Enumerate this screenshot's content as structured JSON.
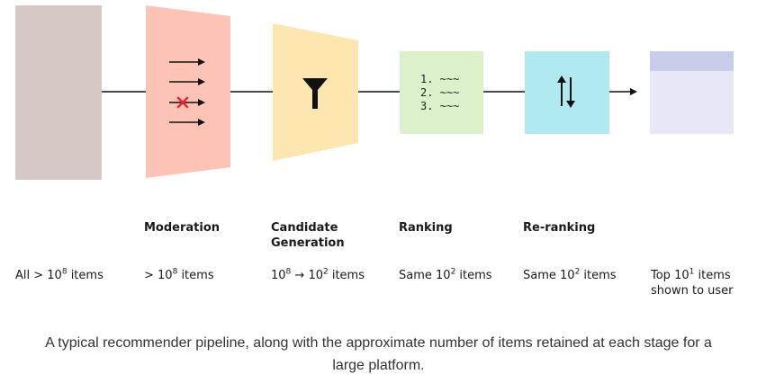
{
  "colors": {
    "all_box": "#d5c8c5",
    "moderation": "#fdc3b6",
    "candidate_generation": "#fde6b0",
    "ranking": "#dcf1cb",
    "reranking": "#b0eaf0",
    "result_header": "#c9cdec",
    "result_body": "#e6e8f7",
    "connector": "#111111",
    "reject_mark": "#e8262b"
  },
  "icons": {
    "moderation": "arrows-with-reject-icon",
    "candidate_generation": "funnel-icon",
    "ranking": "numbered-list-icon",
    "reranking": "up-down-arrows-icon",
    "output": "result-list-icon"
  },
  "ranking_list": [
    "1. ~~~",
    "2. ~~~",
    "3. ~~~"
  ],
  "stages": {
    "moderation": {
      "title": "Moderation"
    },
    "candidate_generation": {
      "title_line1": "Candidate",
      "title_line2": "Generation"
    },
    "ranking": {
      "title": "Ranking"
    },
    "reranking": {
      "title": "Re-ranking"
    }
  },
  "counts": {
    "all": {
      "prefix": "All > 10",
      "exp": "8",
      "suffix": " items"
    },
    "moderation": {
      "prefix": "> 10",
      "exp": "8",
      "suffix": " items"
    },
    "candidate_generation": {
      "base1": "10",
      "exp1": "8",
      "arrow": " → 10",
      "exp2": "2",
      "suffix": " items"
    },
    "ranking": {
      "prefix": "Same 10",
      "exp": "2",
      "suffix": " items"
    },
    "reranking": {
      "prefix": "Same 10",
      "exp": "2",
      "suffix": " items"
    },
    "output": {
      "prefix": "Top 10",
      "exp": "1",
      "suffix": " items",
      "line2": "shown to user"
    }
  },
  "caption": {
    "line1": "A typical recommender pipeline, along with the approximate number of items retained at each stage for a",
    "line2": "large platform."
  }
}
